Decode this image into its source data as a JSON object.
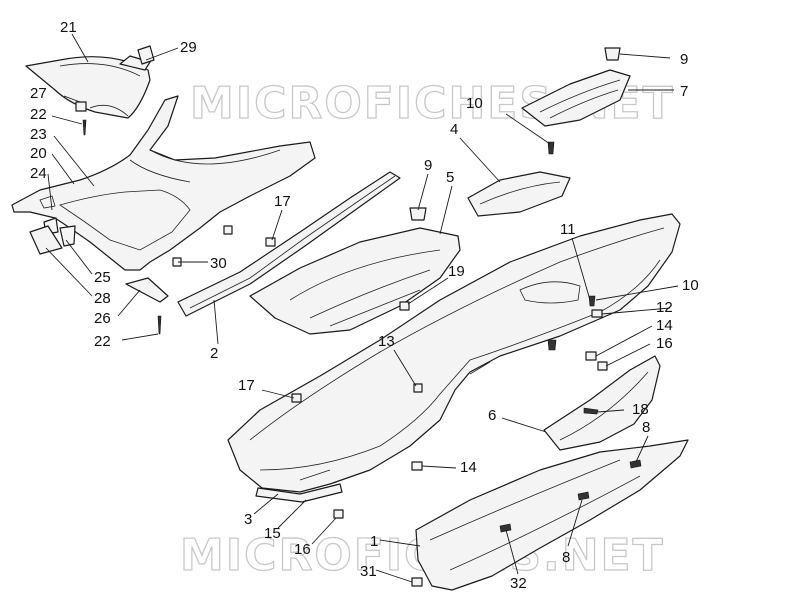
{
  "watermark": {
    "text": "MICROFICHES.NET",
    "color": "#c8c8c8"
  },
  "callouts": {
    "c21": "21",
    "c29": "29",
    "c27": "27",
    "c22a": "22",
    "c23": "23",
    "c20": "20",
    "c24": "24",
    "c25": "25",
    "c28": "28",
    "c26": "26",
    "c22b": "22",
    "c30": "30",
    "c17a": "17",
    "c2": "2",
    "c9a": "9",
    "c5": "5",
    "c19": "19",
    "c13": "13",
    "c17b": "17",
    "c9b": "9",
    "c7": "7",
    "c10a": "10",
    "c4": "4",
    "c11": "11",
    "c10b": "10",
    "c12": "12",
    "c14a": "14",
    "c16a": "16",
    "c6": "6",
    "c18": "18",
    "c8a": "8",
    "c14b": "14",
    "c3": "3",
    "c15": "15",
    "c16b": "16",
    "c1": "1",
    "c31": "31",
    "c32": "32",
    "c8b": "8"
  }
}
